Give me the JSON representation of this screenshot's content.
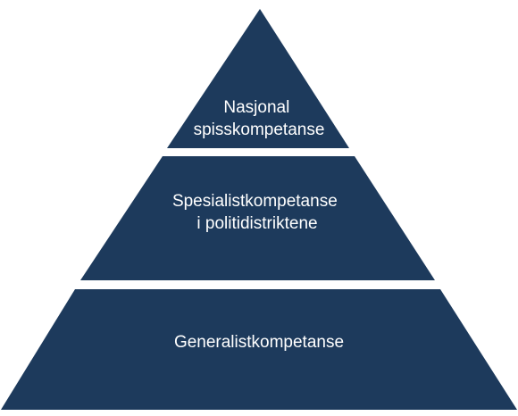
{
  "diagram": {
    "type": "pyramid",
    "fill_color": "#1d3a5c",
    "text_color": "#ffffff",
    "background_color": "#ffffff",
    "tiers": [
      {
        "level": "top",
        "lines": [
          "Nasjonal",
          "spisskompetanse"
        ]
      },
      {
        "level": "middle",
        "lines": [
          "Spesialistkompetanse",
          "i politidistriktene"
        ]
      },
      {
        "level": "bottom",
        "lines": [
          "Generalistkompetanse"
        ]
      }
    ]
  }
}
